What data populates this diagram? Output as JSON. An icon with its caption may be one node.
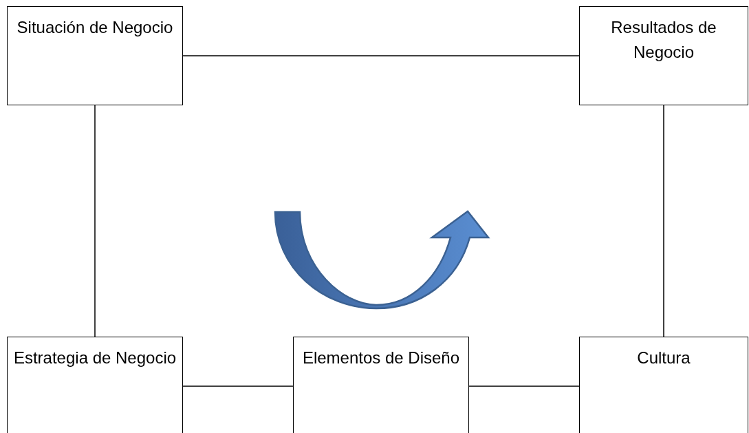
{
  "diagram": {
    "nodes": [
      {
        "text": [
          "Situación de Negocio"
        ]
      },
      {
        "text": [
          "Resultados de Negocio"
        ]
      },
      {
        "text": [
          "Estrategia de Negocio"
        ]
      },
      {
        "text": [
          "Elementos de Diseño"
        ]
      },
      {
        "text": [
          "Cultura"
        ]
      }
    ],
    "edges": [
      {
        "from": 0,
        "to": 1,
        "arrow": "none"
      },
      {
        "from": 0,
        "to": 2,
        "arrow": "none"
      },
      {
        "from": 1,
        "to": 4,
        "arrow": "none"
      },
      {
        "from": 2,
        "to": 3,
        "arrow": "none"
      },
      {
        "from": 3,
        "to": 4,
        "arrow": "none"
      }
    ]
  }
}
